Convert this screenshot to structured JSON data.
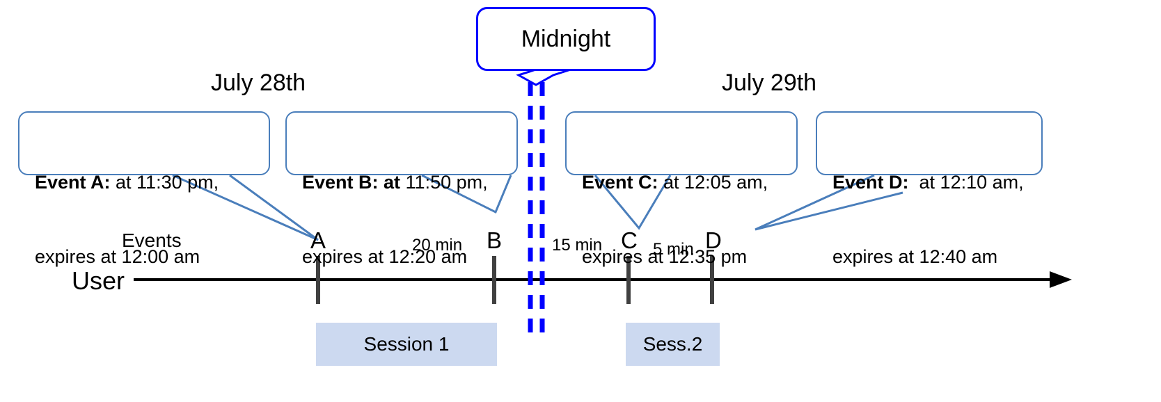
{
  "diagram": {
    "title_callout": {
      "label": "Midnight"
    },
    "dates": [
      {
        "label": "July 28th"
      },
      {
        "label": "July 29th"
      }
    ],
    "axis": {
      "row_label": "User",
      "events_label": "Events"
    },
    "event_callouts": [
      {
        "id": "A",
        "bold": "Event A:",
        "line1_rest": " at 11:30 pm,",
        "line2": "expires at 12:00 am"
      },
      {
        "id": "B",
        "bold": "Event B: at",
        "line1_rest": " 11:50 pm,",
        "line2": "expires at 12:20 am"
      },
      {
        "id": "C",
        "bold": "Event C:",
        "line1_rest": " at 12:05 am,",
        "line2": "expires at 12:35 pm"
      },
      {
        "id": "D",
        "bold": "Event D:",
        "line1_rest": "  at 12:10 am,",
        "line2": "expires at 12:40 am"
      }
    ],
    "markers": [
      {
        "label": "A"
      },
      {
        "label": "B"
      },
      {
        "label": "C"
      },
      {
        "label": "D"
      }
    ],
    "gaps": [
      {
        "label": "20 min"
      },
      {
        "label": "15 min"
      },
      {
        "label": "5 min"
      }
    ],
    "sessions": [
      {
        "label": "Session 1"
      },
      {
        "label": "Sess.2"
      }
    ],
    "colors": {
      "callout_border": "#4a7ebb",
      "midnight_border": "#0000ff",
      "midnight_dashed": "#0000ff",
      "session_fill": "#ccd9f0",
      "tick": "#404040",
      "axis": "#000000"
    }
  }
}
